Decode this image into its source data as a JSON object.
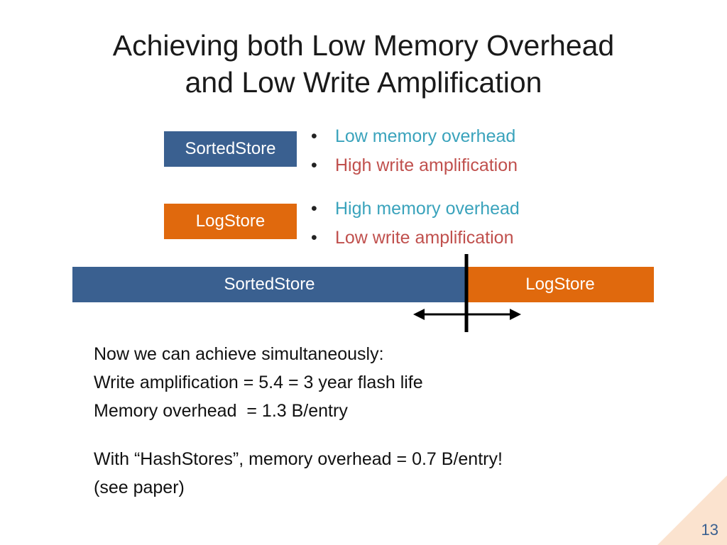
{
  "title": {
    "line1": "Achieving both Low Memory Overhead",
    "line2": "and Low Write Amplification"
  },
  "sorted_row": {
    "label": "SortedStore",
    "bullet1": "Low memory overhead",
    "bullet2": "High write amplification"
  },
  "log_row": {
    "label": "LogStore",
    "bullet1": "High memory overhead",
    "bullet2": "Low write amplification"
  },
  "bar": {
    "left_label": "SortedStore",
    "right_label": "LogStore"
  },
  "body": {
    "line1": "Now we can achieve simultaneously:",
    "line2": "Write amplification = 5.4 = 3 year flash life",
    "line3": "Memory overhead  = 1.3 B/entry",
    "line4": "With “HashStores”, memory overhead = 0.7 B/entry!",
    "line5": "(see paper)"
  },
  "page_number": "13",
  "colors": {
    "blue": "#3A6090",
    "orange": "#E0690D",
    "teal_text": "#3AA3BC",
    "red_text": "#C0504D"
  }
}
